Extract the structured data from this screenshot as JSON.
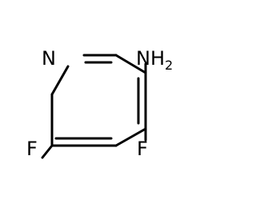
{
  "molecule": {
    "atoms": {
      "ring_nitrogen": "N",
      "amine_main": "NH",
      "amine_subscript": "2",
      "fluorine_left": "F",
      "fluorine_right": "F"
    },
    "colors": {
      "bond": "#000000",
      "label": "#000000",
      "background": "#ffffff"
    }
  }
}
